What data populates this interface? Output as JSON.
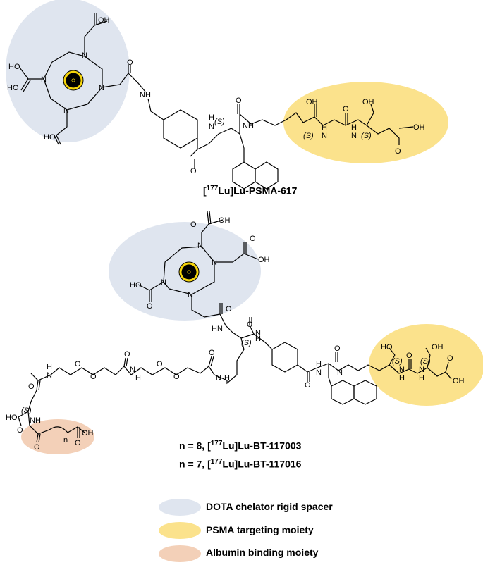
{
  "colors": {
    "dota": "#dfe5ef",
    "psma": "#fbe28c",
    "albumin": "#f3d0b8",
    "radiation": "#f5d40a"
  },
  "molecule1": {
    "caption_pre": "[",
    "caption_sup": "177",
    "caption_post": "Lu]Lu-PSMA-617",
    "labels": {
      "oh": "OH",
      "ho": "HO",
      "n": "N",
      "h": "H",
      "nh": "NH",
      "o": "O",
      "s": "(S)"
    }
  },
  "molecule2": {
    "caption1_pre": "n = 8, [",
    "caption1_sup": "177",
    "caption1_post": "Lu]Lu-BT-117003",
    "caption2_pre": "n = 7, [",
    "caption2_sup": "177",
    "caption2_post": "Lu]Lu-BT-117016",
    "n_label": "n"
  },
  "legend": {
    "items": [
      {
        "label": "DOTA chelator rigid spacer"
      },
      {
        "label": "PSMA targeting moiety"
      },
      {
        "label": "Albumin binding moiety"
      }
    ]
  }
}
